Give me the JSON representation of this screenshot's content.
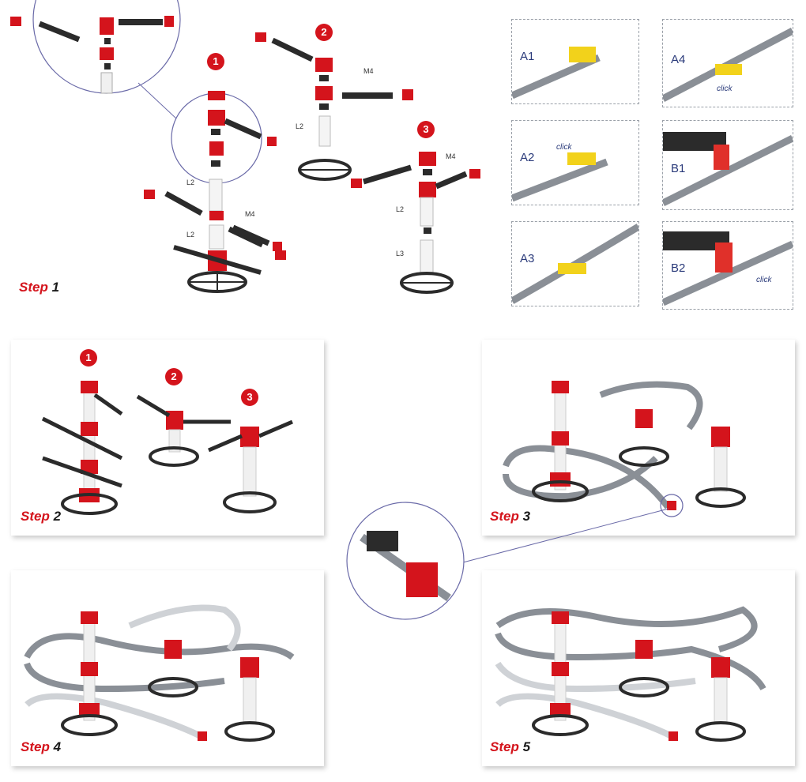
{
  "steps": [
    {
      "word": "Step",
      "num": "1"
    },
    {
      "word": "Step",
      "num": "2"
    },
    {
      "word": "Step",
      "num": "3"
    },
    {
      "word": "Step",
      "num": "4"
    },
    {
      "word": "Step",
      "num": "5"
    }
  ],
  "badges": [
    "1",
    "2",
    "3"
  ],
  "part_codes": {
    "l2": "L2",
    "m4": "M4",
    "l3": "L3"
  },
  "details": [
    "A1",
    "A2",
    "A3",
    "A4",
    "B1",
    "B2"
  ],
  "click_text": "click",
  "colors": {
    "red": "#d4141c",
    "dark": "#2b2b2b",
    "rail": "#8a8f96",
    "yellow": "#f2d21b",
    "lens": "#6a6aa8"
  }
}
